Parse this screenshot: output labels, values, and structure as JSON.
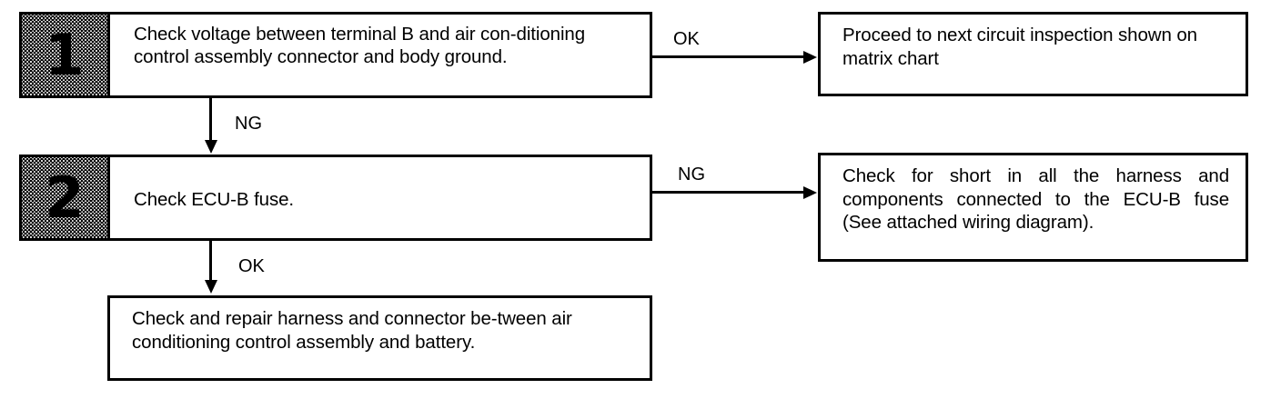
{
  "diagram": {
    "type": "troubleshooting-flowchart",
    "steps": [
      {
        "number": "1",
        "text": "Check voltage between terminal B and air con-ditioning control assembly connector and body ground."
      },
      {
        "number": "2",
        "text": "Check ECU-B fuse."
      }
    ],
    "outcome_boxes": [
      {
        "id": "proceed-next-circuit",
        "text": "Proceed to next circuit inspection shown on matrix chart"
      },
      {
        "id": "check-short-harness",
        "text": "Check for short in all the harness and components connected to the ECU-B fuse (See attached wiring diagram)."
      },
      {
        "id": "repair-harness-connector",
        "text": "Check and repair harness and connector be-tween air conditioning control assembly and battery."
      }
    ],
    "edge_labels": {
      "step1_ok": "OK",
      "step1_ng": "NG",
      "step2_ng": "NG",
      "step2_ok": "OK"
    },
    "colors": {
      "line": "#000000",
      "box_fill": "#ffffff",
      "badge_fill": "#d9d9d9",
      "text": "#000000"
    }
  }
}
